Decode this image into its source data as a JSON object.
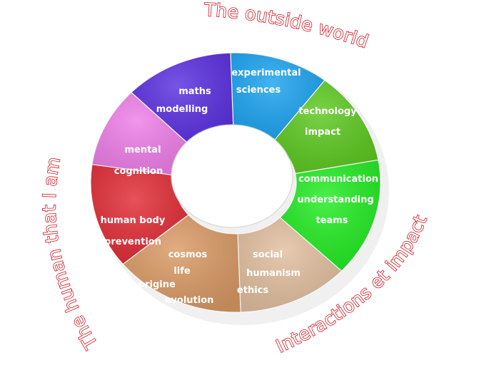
{
  "outer_labels": {
    "top": "The outside world",
    "left": "The human that I am",
    "right": "Interactions et impact"
  },
  "segments": [
    {
      "id": "experimental",
      "color": "#1aa3f0",
      "lines": [
        "experimental",
        "sciences"
      ]
    },
    {
      "id": "technology",
      "color": "#5cc91f",
      "lines": [
        "technology",
        "impact"
      ]
    },
    {
      "id": "communication",
      "color": "#22ec22",
      "lines": [
        "communication",
        "understanding",
        "teams"
      ]
    },
    {
      "id": "social",
      "color": "#e2bf9f",
      "lines": [
        "social",
        "humanism",
        "ethics"
      ]
    },
    {
      "id": "cosmos",
      "color": "#da9a65",
      "lines": [
        "cosmos",
        "life",
        "origine",
        "evolution"
      ]
    },
    {
      "id": "human-body",
      "color": "#e22b35",
      "lines": [
        "human body",
        "prevention"
      ]
    },
    {
      "id": "mental",
      "color": "#ef7ee9",
      "lines": [
        "mental",
        "cognition"
      ]
    },
    {
      "id": "maths",
      "color": "#5a2ee0",
      "lines": [
        "maths",
        "modelling"
      ]
    }
  ]
}
